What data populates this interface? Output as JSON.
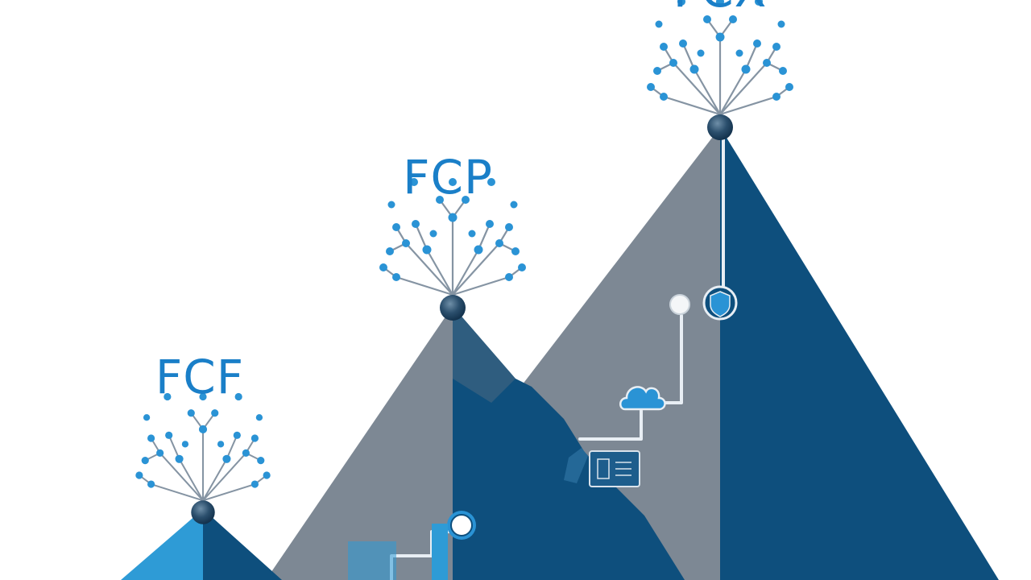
{
  "labels": {
    "peak_small": "FCF",
    "peak_medium": "FCP",
    "peak_large": "FCX"
  },
  "colors": {
    "background": "#ffffff",
    "label_blue": "#1a7fc8",
    "node_blue": "#2a93d5",
    "branch_gray": "#8594a3",
    "dark_navy": "#0e4f7d",
    "steel_gray": "#7d8894",
    "light_blue": "#2e9bd6",
    "path_line": "#e8eef4"
  },
  "icons": [
    "tree-network-icon",
    "shield-icon",
    "cloud-icon",
    "server-icon",
    "circle-node-icon"
  ]
}
